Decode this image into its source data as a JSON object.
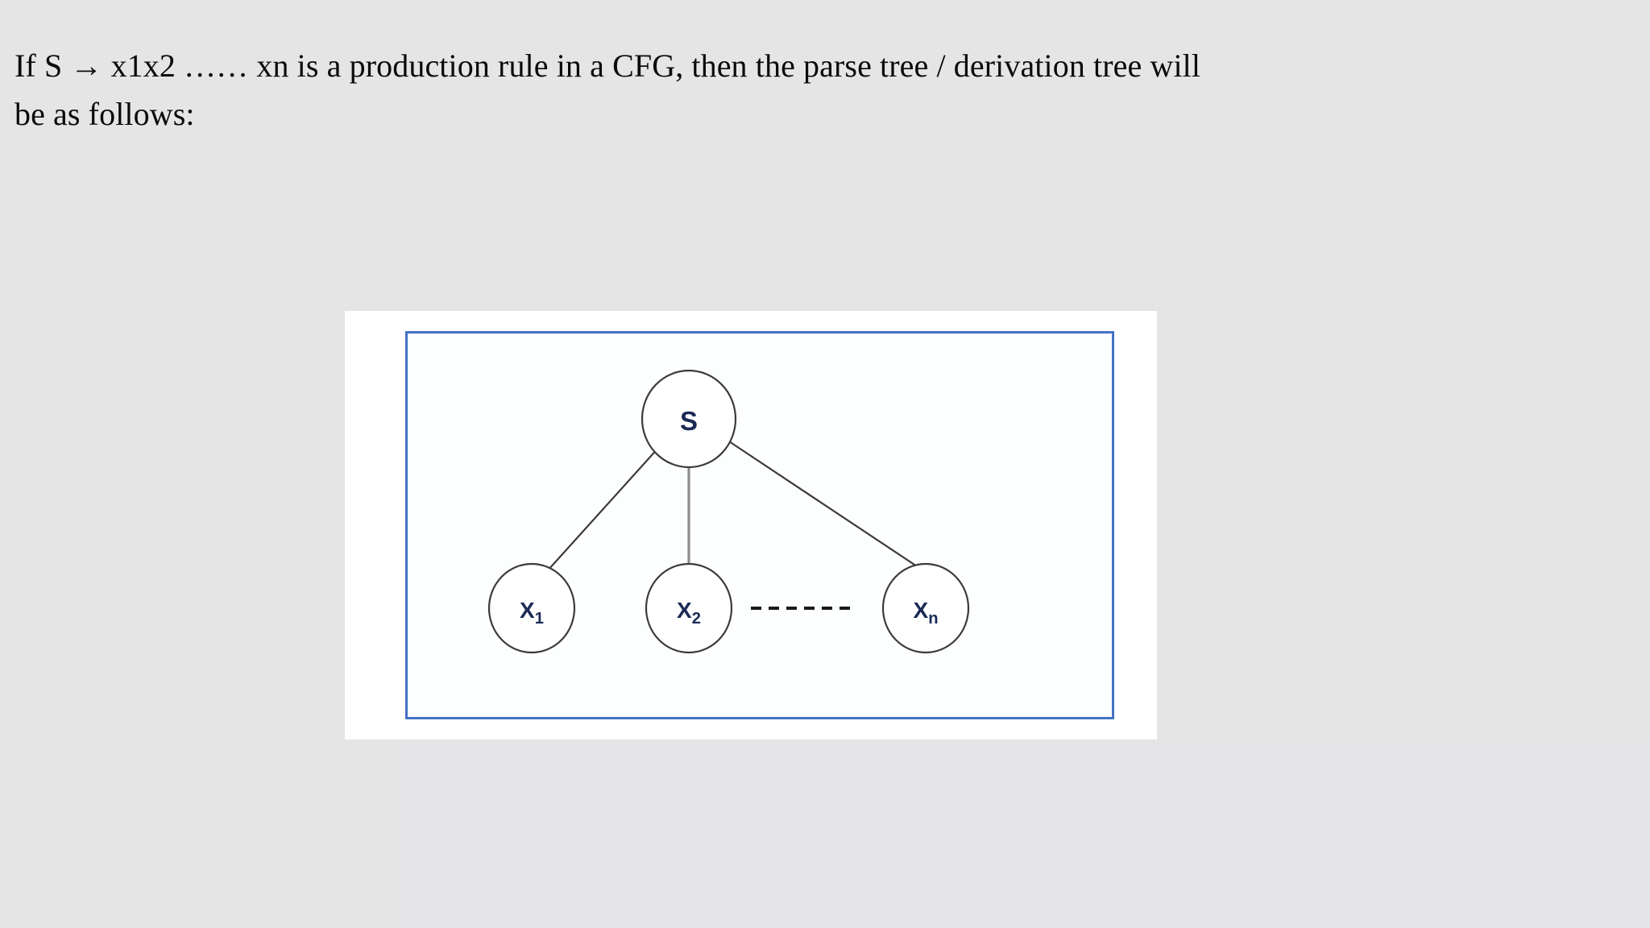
{
  "background": {
    "page_color": "#e6e5e5",
    "seam_color": "#e5e4e6"
  },
  "prose": {
    "line1": "If S → x1x2 …… xn is a production rule in a CFG, then the parse tree / derivation tree will",
    "line2": "be as follows:"
  },
  "figure": {
    "card_background": "#ffffff",
    "frame_border_color": "#4472c4",
    "frame_background": "#fdfefe",
    "edge_color": "#3b3b3b",
    "node_stroke_color": "#3b3b3b",
    "node_fill": "#ffffff",
    "label_color": "#1b2a55",
    "root": {
      "label_main": "S",
      "label_sub": ""
    },
    "leaves": [
      {
        "label_main": "X",
        "label_sub": "1"
      },
      {
        "label_main": "X",
        "label_sub": "2"
      },
      {
        "label_main": "X",
        "label_sub": "n"
      }
    ],
    "ellipsis_connector": "dashed-line",
    "edges": [
      {
        "from": "S",
        "to": "X1"
      },
      {
        "from": "S",
        "to": "X2"
      },
      {
        "from": "S",
        "to": "Xn"
      }
    ]
  }
}
